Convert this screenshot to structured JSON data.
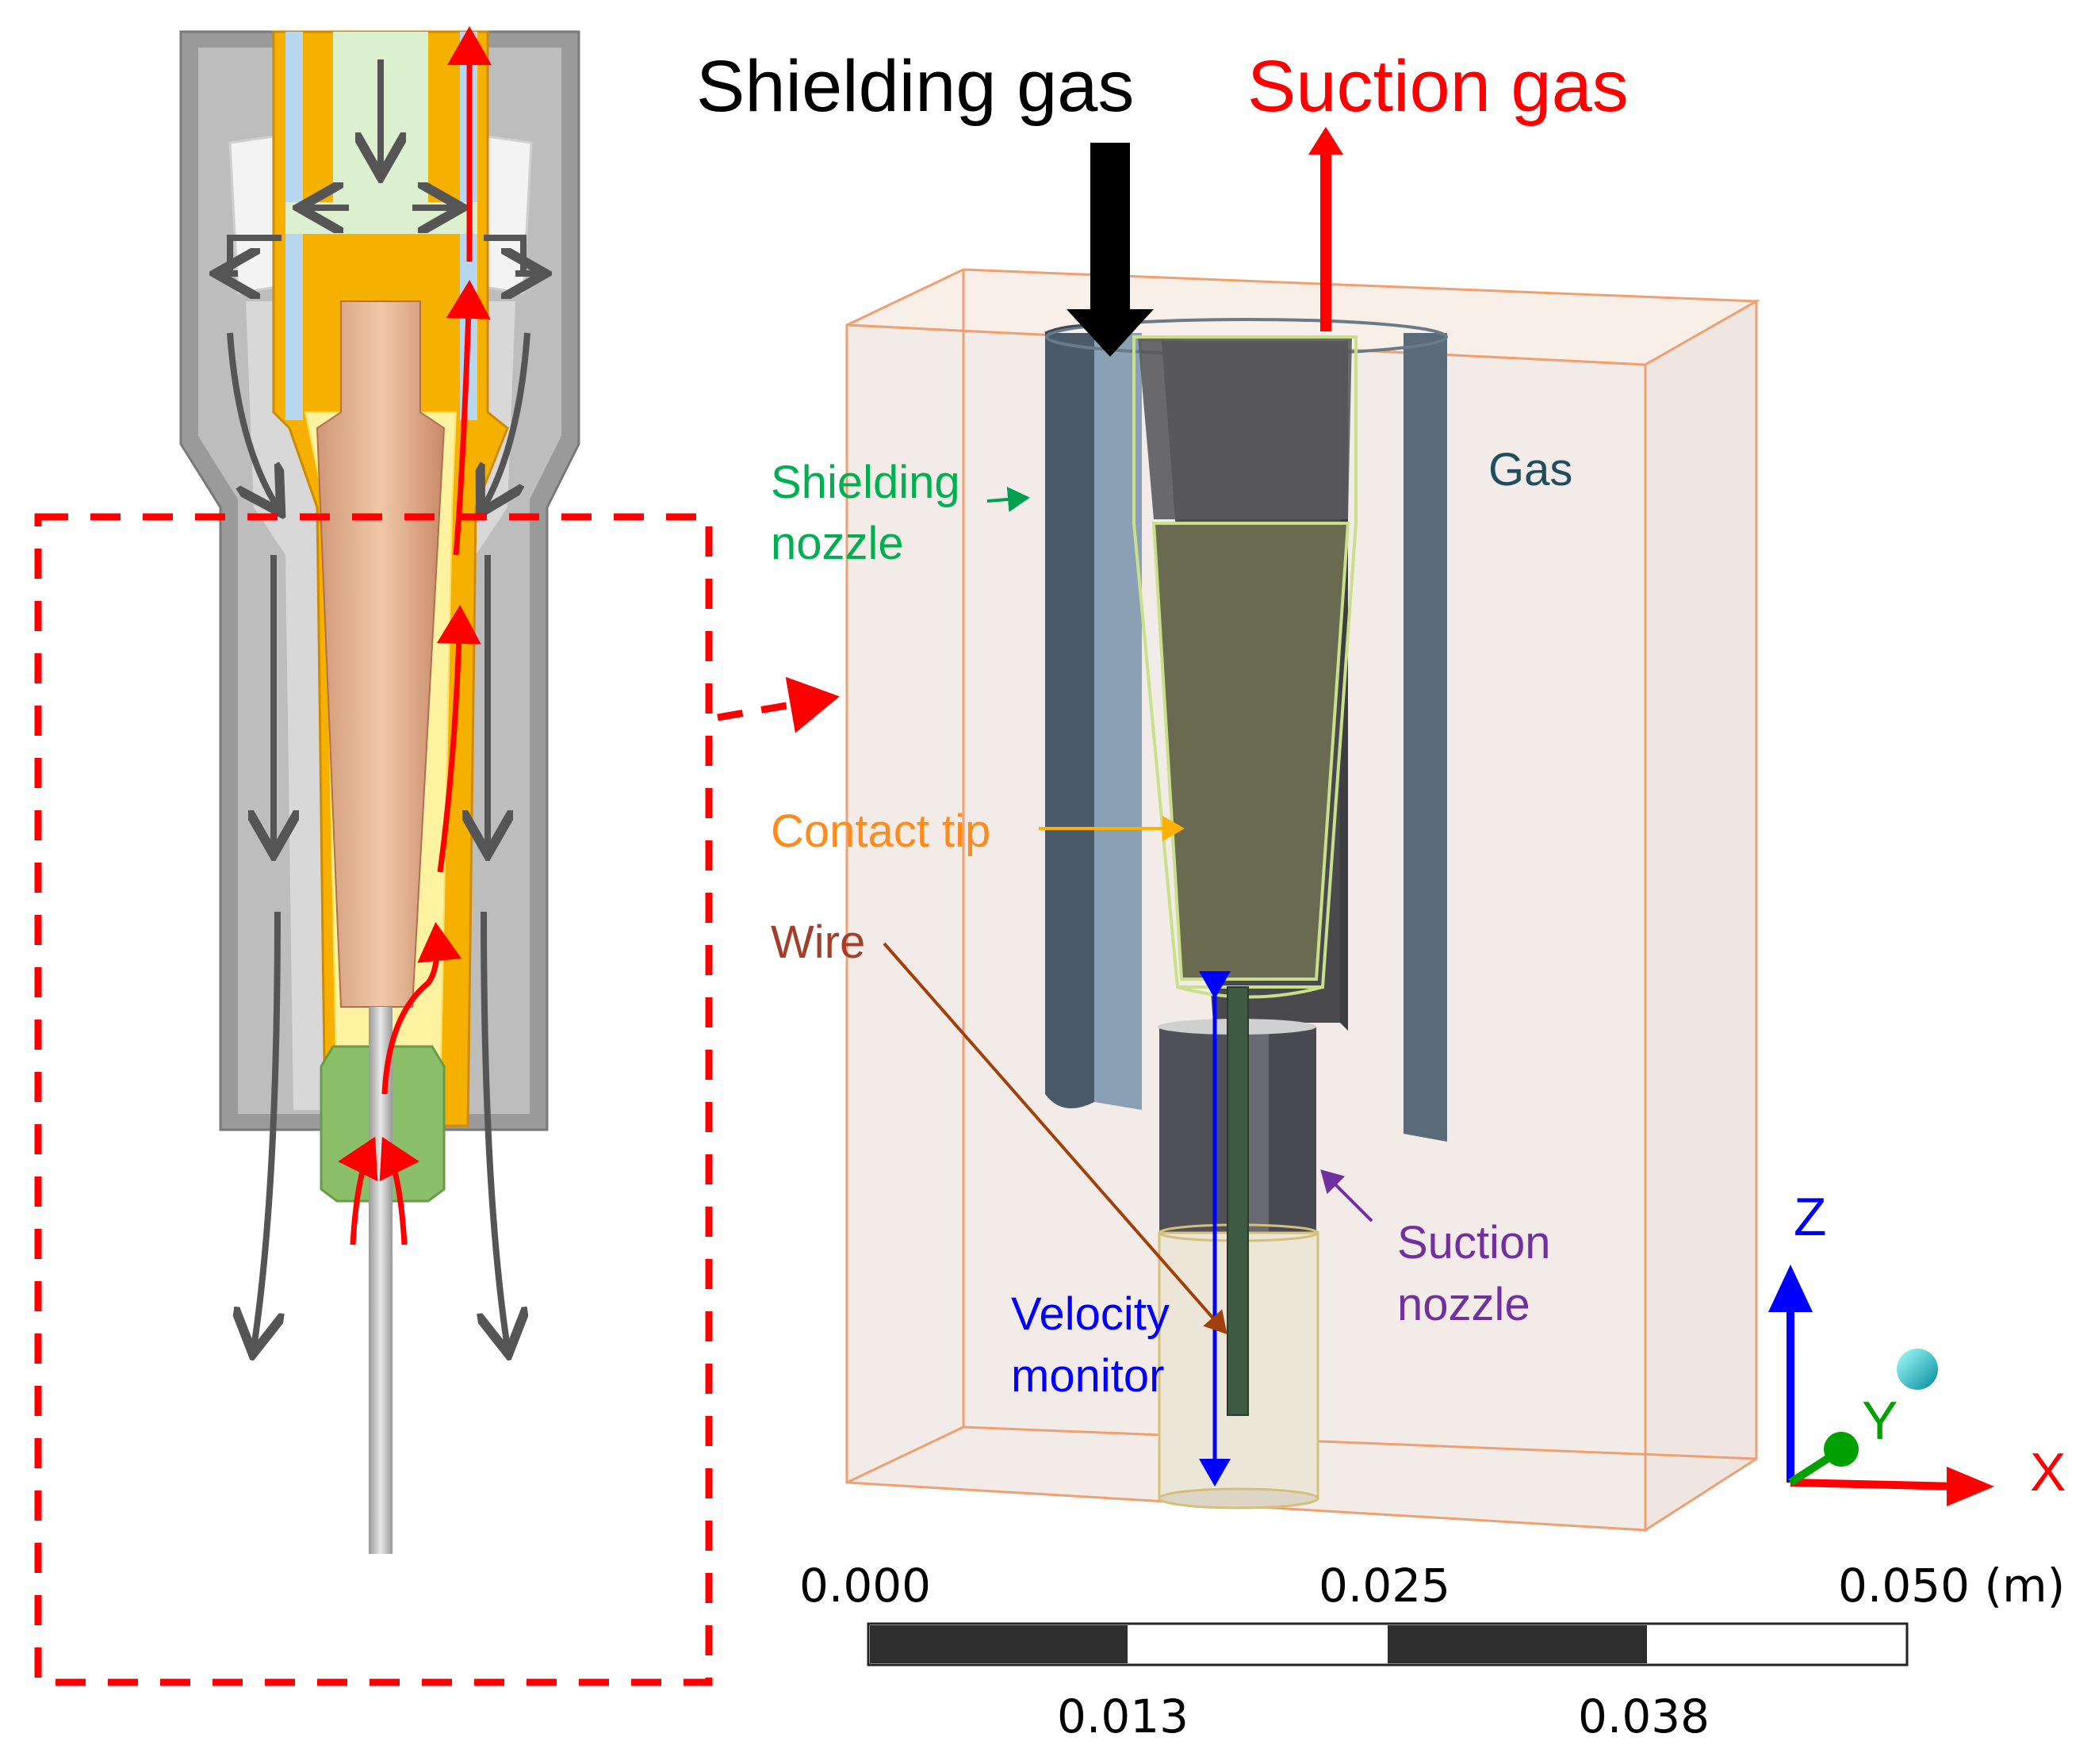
{
  "header": {
    "shielding_gas": "Shielding gas",
    "suction_gas": "Suction gas"
  },
  "labels": {
    "shielding_nozzle_line1": "Shielding",
    "shielding_nozzle_line2": "nozzle",
    "gas": "Gas",
    "contact_tip": "Contact tip",
    "wire": "Wire",
    "velocity_monitor_line1": "Velocity",
    "velocity_monitor_line2": "monitor",
    "suction_nozzle_line1": "Suction",
    "suction_nozzle_line2": "nozzle"
  },
  "axes": {
    "z": "Z",
    "y": "Y",
    "x": "X"
  },
  "scale_bar": {
    "top_left": "0.000",
    "top_mid": "0.025",
    "top_right": "0.050 (m)",
    "bottom_1": "0.013",
    "bottom_2": "0.038"
  },
  "colors": {
    "shielding_gas": "#000000",
    "suction_gas": "#ff0000",
    "shielding_nozzle": "#00b050",
    "gas": "#1f4e5f",
    "contact_tip": "#ff8c1a",
    "wire": "#a0402a",
    "velocity_monitor": "#0000ff",
    "suction_nozzle": "#7030a0",
    "axis_z": "#0000ff",
    "axis_y": "#00a000",
    "axis_x": "#ff0000",
    "dashed_box": "#ff0000",
    "gas_domain": "#f2ebe8"
  }
}
